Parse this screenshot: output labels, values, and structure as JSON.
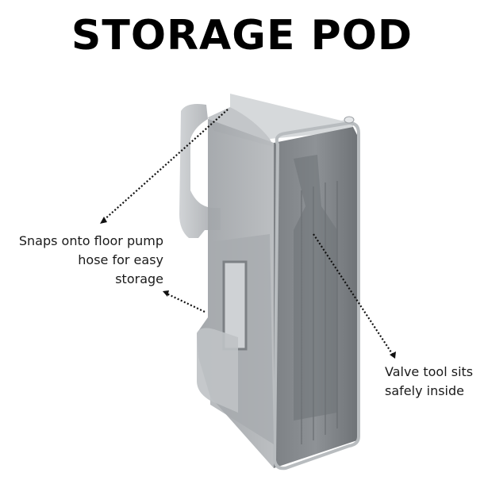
{
  "title": "STORAGE POD",
  "callouts": {
    "hose": {
      "lines": [
        "Snaps onto floor pump",
        "hose for easy",
        "storage"
      ]
    },
    "valve": {
      "lines": [
        "Valve tool sits",
        "safely inside"
      ]
    }
  },
  "image": {
    "subject": "translucent grey storage pod product render"
  },
  "colors": {
    "text": "#000000",
    "background": "#ffffff",
    "product": "#8a8d90"
  }
}
